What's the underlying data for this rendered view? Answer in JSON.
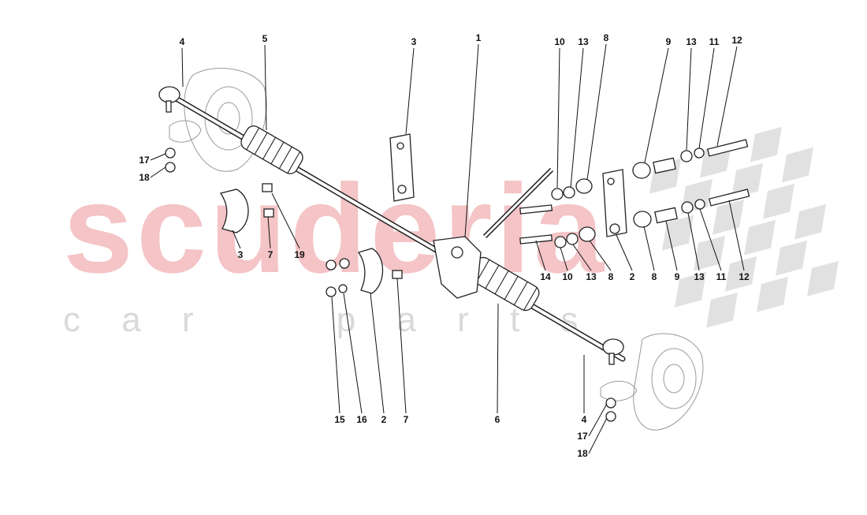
{
  "watermark": {
    "brand": "scuderia",
    "tagline": "c a r     p a r t s",
    "brand_color": "#f4c4c6",
    "tagline_color": "#d9d9d9",
    "checker_color": "#d4d4d4"
  },
  "callouts": [
    "4",
    "5",
    "3",
    "1",
    "10",
    "13",
    "8",
    "9",
    "13",
    "11",
    "12",
    "17",
    "18",
    "3",
    "7",
    "19",
    "14",
    "10",
    "13",
    "8",
    "2",
    "8",
    "9",
    "13",
    "11",
    "12",
    "15",
    "16",
    "2",
    "7",
    "6",
    "4",
    "17",
    "18"
  ]
}
